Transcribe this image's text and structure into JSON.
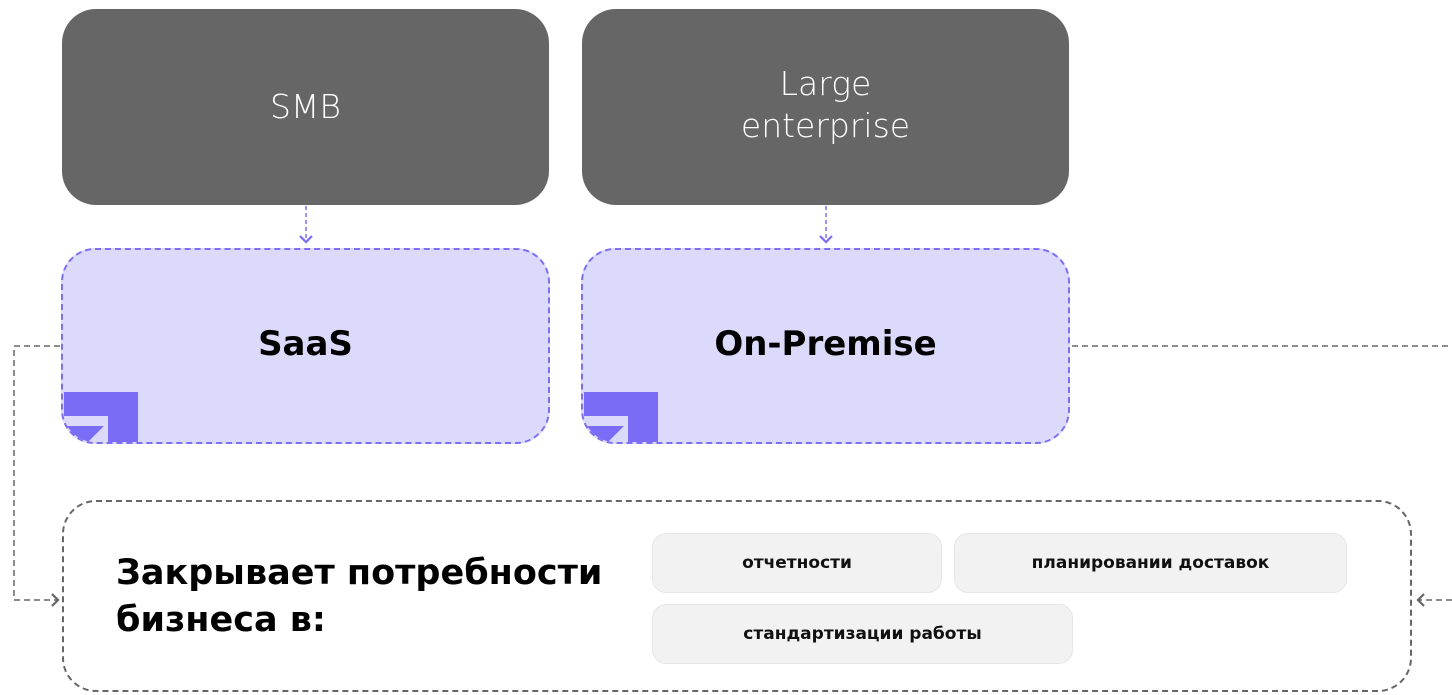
{
  "segments": [
    {
      "id": "smb",
      "lines": [
        "SMB"
      ]
    },
    {
      "id": "large",
      "lines": [
        "Large",
        "enterprise"
      ]
    }
  ],
  "deployments": [
    {
      "id": "saas",
      "label": "SaaS"
    },
    {
      "id": "onprem",
      "label": "On-Premise"
    }
  ],
  "needs": {
    "title": "Закрывает потребности бизнеса в:",
    "chips": [
      "отчетности",
      "планировании доставок",
      "стандартизации работы"
    ]
  },
  "colors": {
    "segment_fill": "#666666",
    "deployment_fill": "#dcdafb",
    "accent": "#7b6ff2",
    "brand_mark": "#7a6cf5",
    "chip_fill": "#f2f2f2",
    "connector": "#666666"
  }
}
